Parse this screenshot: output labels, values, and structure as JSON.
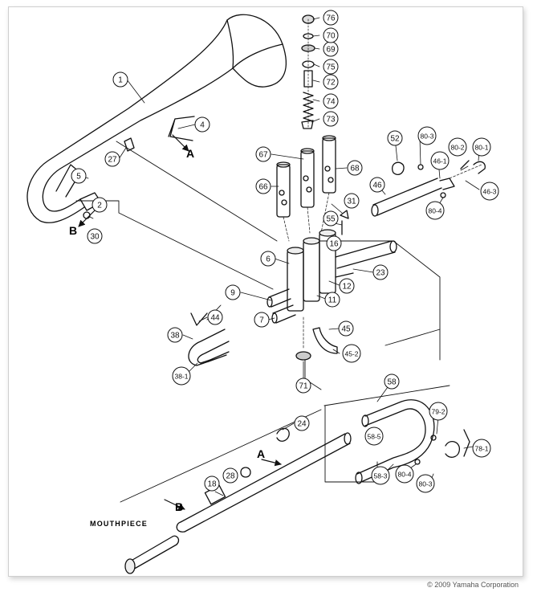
{
  "copyright": "© 2009 Yamaha Corporation",
  "connector_labels": {
    "a1": "A",
    "b1": "B",
    "a2": "A",
    "b2": "B"
  },
  "mouthpiece_label": "MOUTHPIECE",
  "callouts": [
    {
      "id": "c1",
      "label": "1"
    },
    {
      "id": "c2",
      "label": "2"
    },
    {
      "id": "c4",
      "label": "4"
    },
    {
      "id": "c5",
      "label": "5"
    },
    {
      "id": "c6",
      "label": "6"
    },
    {
      "id": "c7",
      "label": "7"
    },
    {
      "id": "c9",
      "label": "9"
    },
    {
      "id": "c11",
      "label": "11"
    },
    {
      "id": "c12",
      "label": "12"
    },
    {
      "id": "c16",
      "label": "16"
    },
    {
      "id": "c18",
      "label": "18"
    },
    {
      "id": "c23",
      "label": "23"
    },
    {
      "id": "c24",
      "label": "24"
    },
    {
      "id": "c27",
      "label": "27"
    },
    {
      "id": "c28",
      "label": "28"
    },
    {
      "id": "c30",
      "label": "30"
    },
    {
      "id": "c31",
      "label": "31"
    },
    {
      "id": "c38",
      "label": "38"
    },
    {
      "id": "c38-1",
      "label": "38-1"
    },
    {
      "id": "c44",
      "label": "44"
    },
    {
      "id": "c45",
      "label": "45"
    },
    {
      "id": "c45-2",
      "label": "45-2"
    },
    {
      "id": "c46",
      "label": "46"
    },
    {
      "id": "c46-1",
      "label": "46-1"
    },
    {
      "id": "c46-3",
      "label": "46-3"
    },
    {
      "id": "c52",
      "label": "52"
    },
    {
      "id": "c55",
      "label": "55"
    },
    {
      "id": "c58",
      "label": "58"
    },
    {
      "id": "c58-3",
      "label": "58-3"
    },
    {
      "id": "c58-5",
      "label": "58-5"
    },
    {
      "id": "c66",
      "label": "66"
    },
    {
      "id": "c67",
      "label": "67"
    },
    {
      "id": "c68",
      "label": "68"
    },
    {
      "id": "c69",
      "label": "69"
    },
    {
      "id": "c70",
      "label": "70"
    },
    {
      "id": "c71",
      "label": "71"
    },
    {
      "id": "c72",
      "label": "72"
    },
    {
      "id": "c73",
      "label": "73"
    },
    {
      "id": "c74",
      "label": "74"
    },
    {
      "id": "c75",
      "label": "75"
    },
    {
      "id": "c76",
      "label": "76"
    },
    {
      "id": "c78-1",
      "label": "78-1"
    },
    {
      "id": "c79-2",
      "label": "79-2"
    },
    {
      "id": "c80-1",
      "label": "80-1"
    },
    {
      "id": "c80-2",
      "label": "80-2"
    },
    {
      "id": "c80-3a",
      "label": "80-3"
    },
    {
      "id": "c80-3b",
      "label": "80-3"
    },
    {
      "id": "c80-4a",
      "label": "80-4"
    },
    {
      "id": "c80-4b",
      "label": "80-4"
    }
  ]
}
